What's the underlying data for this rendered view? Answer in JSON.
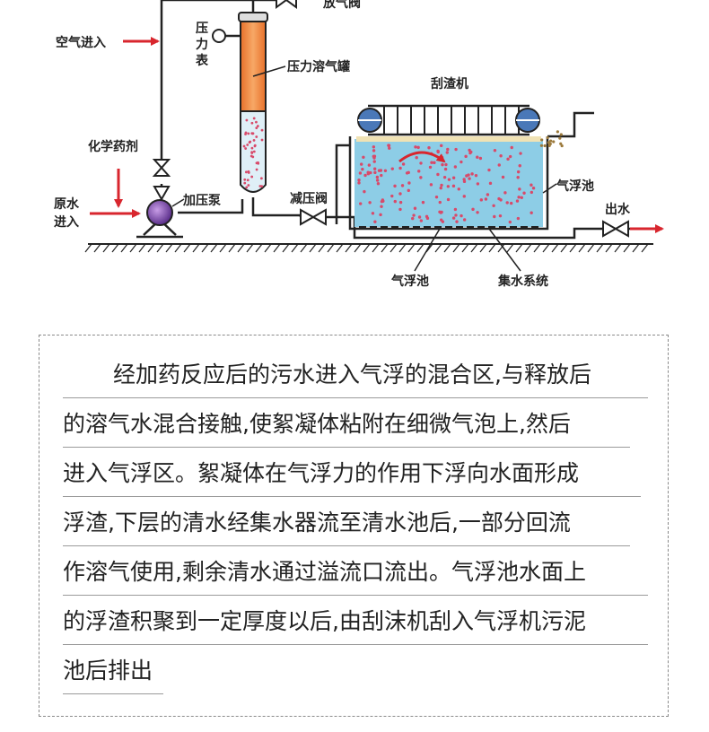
{
  "diagram": {
    "labels": {
      "air_inlet": "空气进入",
      "vent_valve": "放气阀",
      "pressure_gauge": "压\n力\n表",
      "dissolved_air_tank": "压力溶气罐",
      "scraper": "刮渣机",
      "chemical": "化学药剂",
      "raw_water": "原水\n进入",
      "pump": "加压泵",
      "reducing_valve": "减压阀",
      "flotation_tank_right": "气浮池",
      "outlet": "出水",
      "flotation_tank_bottom": "气浮池",
      "collection_system": "集水系统"
    },
    "colors": {
      "line": "#222222",
      "arrow_red": "#d8262e",
      "tank_orange": "#f08a3a",
      "water_blue": "#8dcde6",
      "bubble_red": "#d84a6a",
      "pump_purple": "#6a3d9a",
      "roller_blue": "#4a78b8"
    }
  },
  "description": {
    "lines": [
      "经加药反应后的污水进入气浮的混合区,与释放后",
      "的溶气水混合接触,使絮凝体粘附在细微气泡上,然后",
      "进入气浮区。絮凝体在气浮力的作用下浮向水面形成",
      "浮渣,下层的清水经集水器流至清水池后,一部分回流",
      "作溶气使用,剩余清水通过溢流口流出。气浮池水面上",
      "的浮渣积聚到一定厚度以后,由刮沫机刮入气浮机污泥",
      "池后排出"
    ]
  }
}
